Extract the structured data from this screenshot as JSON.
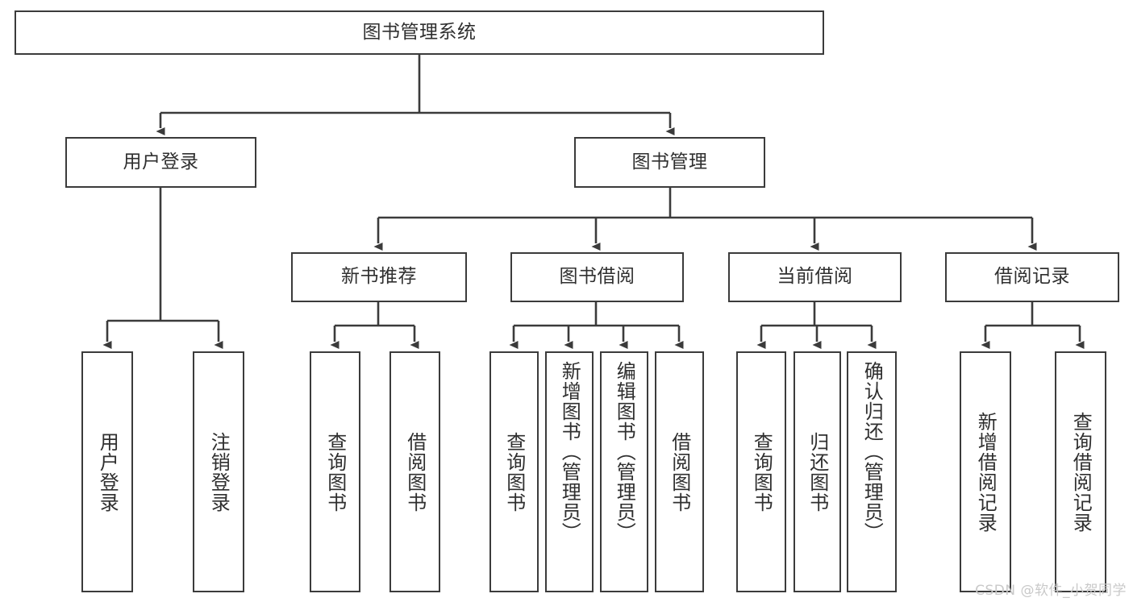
{
  "diagram": {
    "title": "图书管理系统",
    "watermark": "CSDN @软件_小贺同学",
    "type": "tree",
    "line_color": "#3b3b3b",
    "box_fill": "#ffffff",
    "text_color": "#2f2f2f",
    "root": {
      "label": "图书管理系统"
    },
    "level2": [
      {
        "label": "用户登录"
      },
      {
        "label": "图书管理"
      }
    ],
    "level3": [
      {
        "label": "新书推荐"
      },
      {
        "label": "图书借阅"
      },
      {
        "label": "当前借阅"
      },
      {
        "label": "借阅记录"
      }
    ],
    "leaves": {
      "user_login": [
        {
          "label": "用户登录"
        },
        {
          "label": "注销登录"
        }
      ],
      "new_book_recommend": [
        {
          "label": "查询图书"
        },
        {
          "label": "借阅图书"
        }
      ],
      "book_borrow": [
        {
          "label": "查询图书"
        },
        {
          "label": "新增图书（管理员）"
        },
        {
          "label": "编辑图书（管理员）"
        },
        {
          "label": "借阅图书"
        }
      ],
      "current_borrow": [
        {
          "label": "查询图书"
        },
        {
          "label": "归还图书"
        },
        {
          "label": "确认归还（管理员）"
        }
      ],
      "borrow_record": [
        {
          "label": "新增借阅记录"
        },
        {
          "label": "查询借阅记录"
        }
      ]
    }
  }
}
